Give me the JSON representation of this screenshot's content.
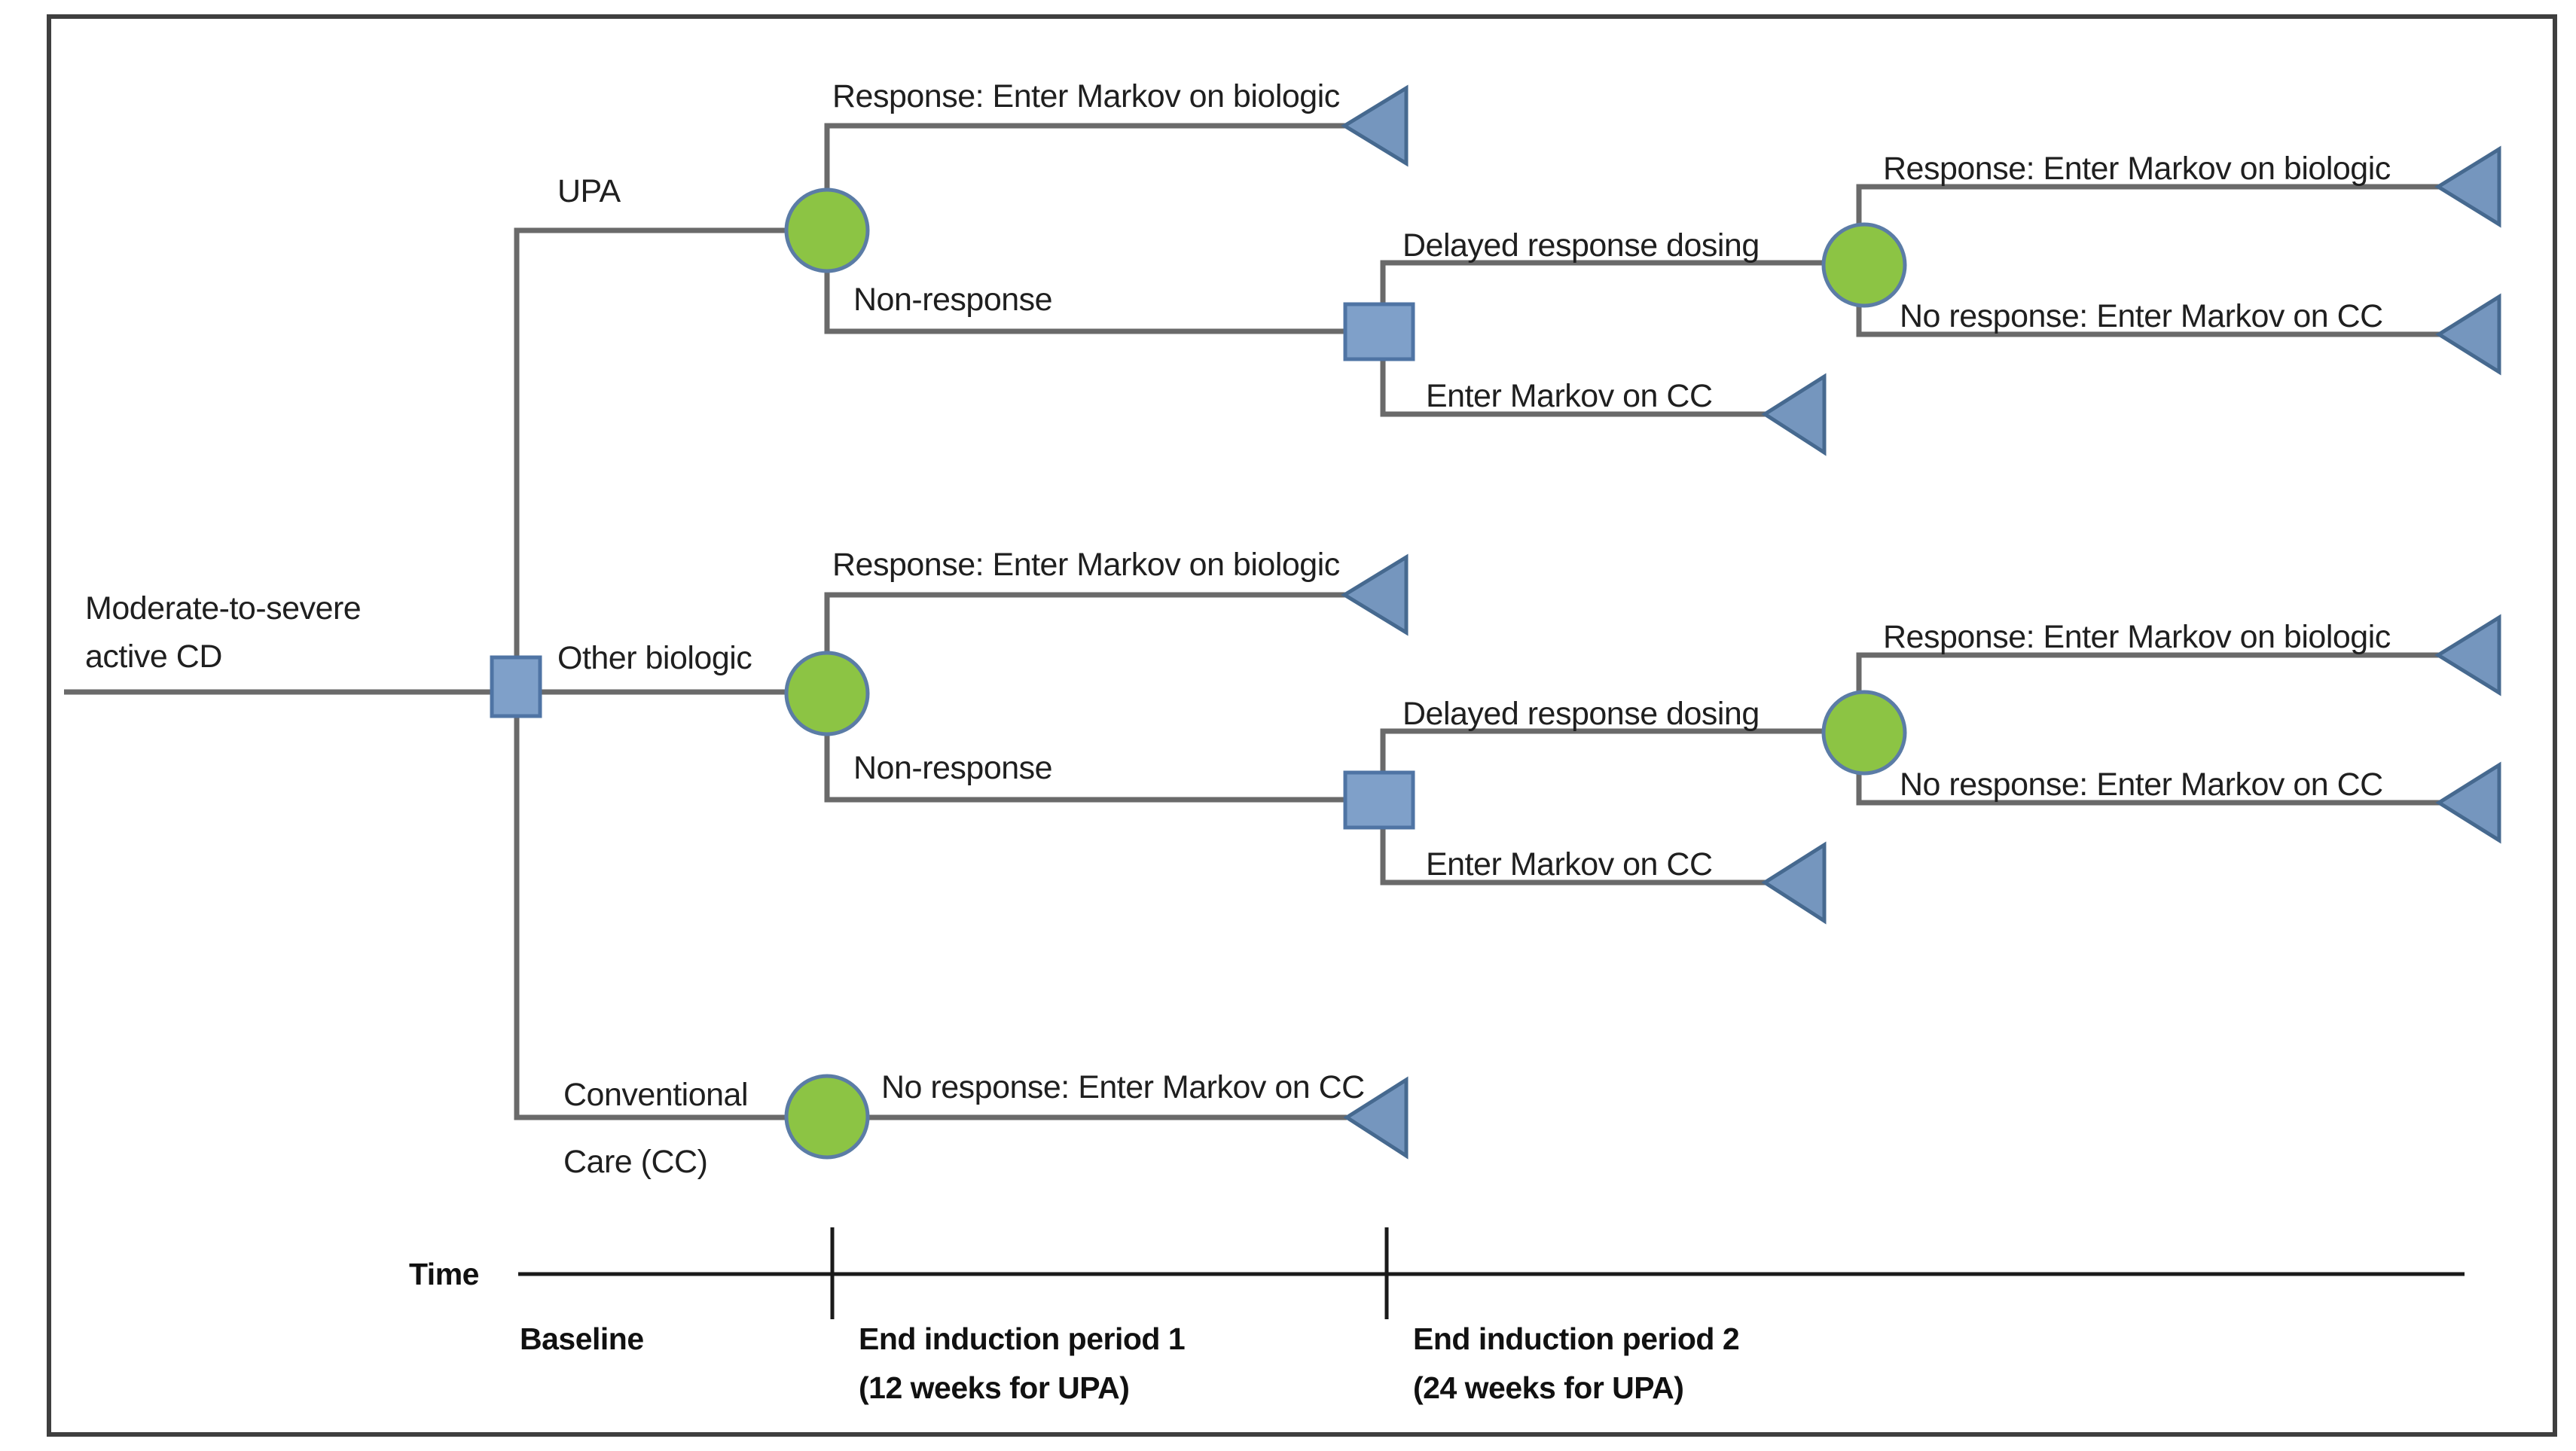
{
  "figure_type": "decision-tree",
  "root": {
    "line1": "Moderate-to-severe",
    "line2": "active CD"
  },
  "strategies": {
    "upa": "UPA",
    "other_biologic": "Other biologic",
    "conventional_line1": "Conventional",
    "conventional_line2": "Care (CC)"
  },
  "outcomes": {
    "response_biologic": "Response: Enter Markov on biologic",
    "non_response": "Non-response",
    "delayed_dosing": "Delayed response dosing",
    "enter_markov_cc": "Enter Markov on CC",
    "no_response_cc": "No response: Enter Markov on CC"
  },
  "timeline": {
    "axis_label": "Time",
    "milestones": [
      {
        "label": "Baseline",
        "sublabel": ""
      },
      {
        "label": "End induction period 1",
        "sublabel": "(12 weeks for UPA)"
      },
      {
        "label": "End induction period 2",
        "sublabel": "(24 weeks for UPA)"
      }
    ]
  },
  "colors": {
    "chance_node_fill": "#8CC444",
    "chance_node_stroke": "#5B7CA6",
    "decision_node_fill": "#7FA0C9",
    "decision_node_stroke": "#4F74A4",
    "terminal_node_fill": "#7596BE",
    "terminal_node_stroke": "#46698F",
    "connector": "#6A6A6A",
    "text": "#1F1F1F",
    "axis": "#1A1A1A",
    "border": "#3F3F3F"
  }
}
